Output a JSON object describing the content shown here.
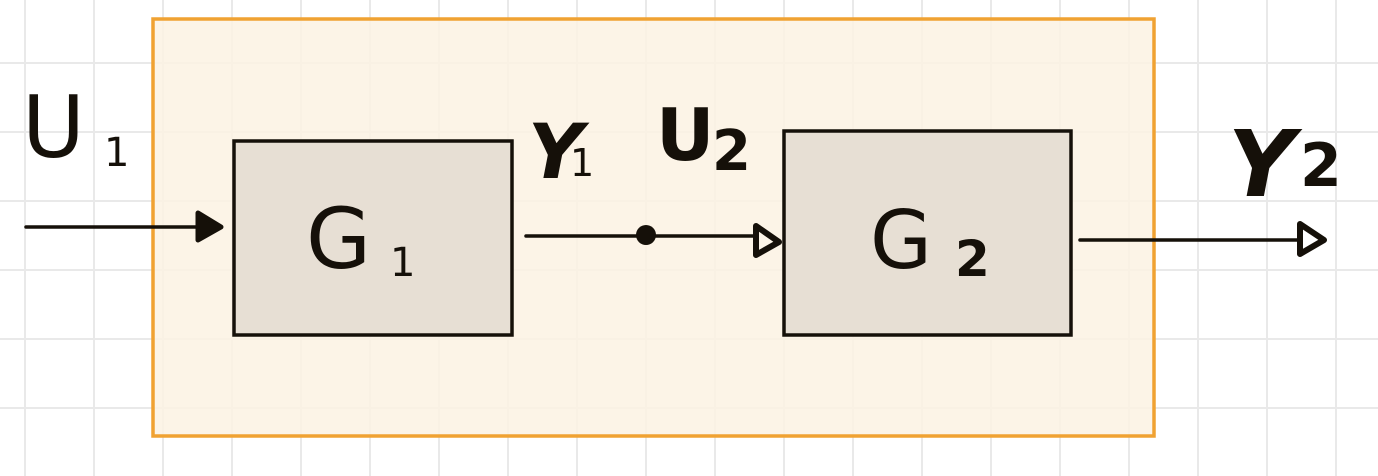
{
  "diagram": {
    "blocks": [
      {
        "id": "G1",
        "text": "G",
        "sub": "1"
      },
      {
        "id": "G2",
        "text": "G",
        "sub": "2"
      }
    ],
    "signals": {
      "u1": {
        "text": "U",
        "sub": "1"
      },
      "y1": {
        "text": "Y",
        "sub": "1"
      },
      "u2": {
        "text": "U",
        "sub": "2"
      },
      "y2": {
        "text": "Y",
        "sub": "2"
      }
    },
    "colors": {
      "ink": "#151009",
      "enclosure_border": "#f0a232",
      "enclosure_fill": "#fbf2e3",
      "block_fill": "#e4ddd2",
      "grid": "#e9e9e9"
    }
  }
}
